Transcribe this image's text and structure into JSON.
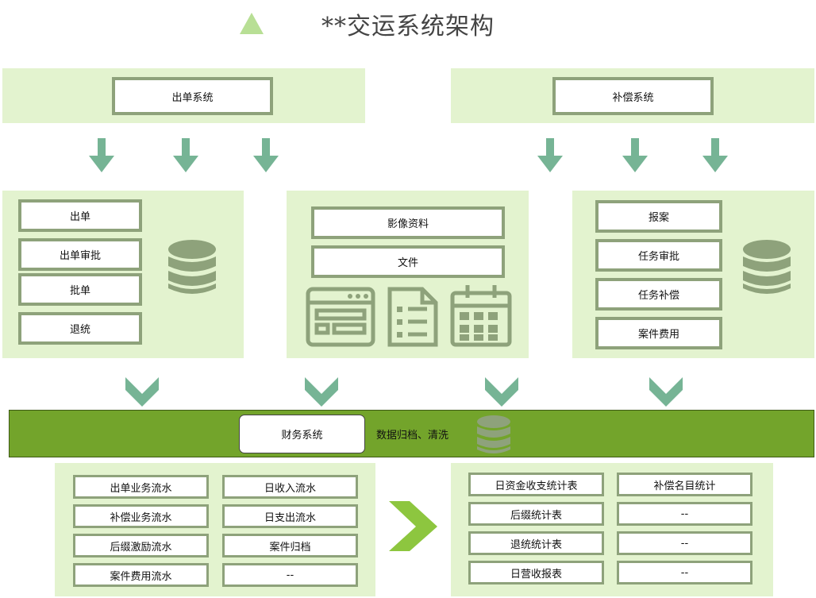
{
  "title": "**交运系统架构",
  "top_left": {
    "label": "出单系统"
  },
  "top_right": {
    "label": "补偿系统"
  },
  "left_group": {
    "items": [
      "出单",
      "出单审批",
      "批单",
      "退统"
    ]
  },
  "middle_group": {
    "items": [
      "影像资料",
      "文件"
    ]
  },
  "right_group": {
    "items": [
      "报案",
      "任务审批",
      "任务补偿",
      "案件费用"
    ]
  },
  "finance": {
    "label": "财务系统",
    "note": "数据归档、清洗"
  },
  "bottom_left": {
    "col1": [
      "出单业务流水",
      "补偿业务流水",
      "后缀激励流水",
      "案件费用流水"
    ],
    "col2": [
      "日收入流水",
      "日支出流水",
      "案件归档",
      "--"
    ]
  },
  "bottom_right": {
    "col1": [
      "日资金收支统计表",
      "后缀统计表",
      "退统统计表",
      "日营收报表"
    ],
    "col2": [
      "补偿名目统计",
      "--",
      "--",
      "--"
    ]
  },
  "colors": {
    "panel": "#e3f3cf",
    "border": "#8ea27b",
    "arrow": "#76b495",
    "bar": "#73a42b",
    "chevron": "#8dc63f"
  },
  "icons": [
    "triangle-icon",
    "arrow-down-icon",
    "database-icon",
    "browser-window-icon",
    "document-list-icon",
    "calendar-icon",
    "chevron-down-icon",
    "chevron-right-icon"
  ]
}
